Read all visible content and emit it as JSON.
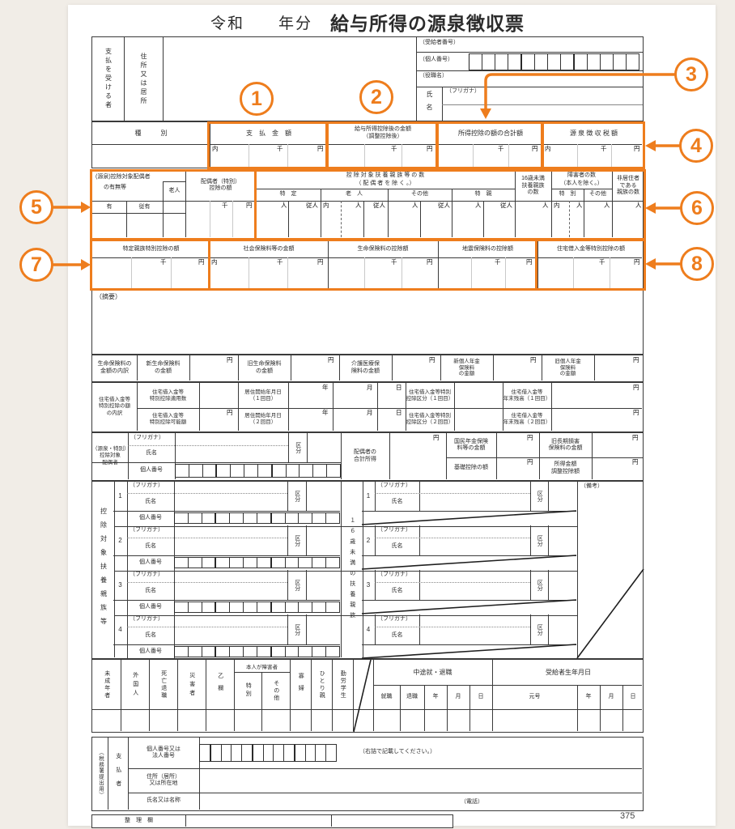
{
  "title": {
    "era": "令和　　年分",
    "main": "給与所得の源泉徴収票"
  },
  "page_number": "375",
  "callouts": {
    "c1": "1",
    "c2": "2",
    "c3": "3",
    "c4": "4",
    "c5": "5",
    "c6": "6",
    "c7": "7",
    "c8": "8"
  },
  "units": {
    "yen": "円",
    "sen": "千",
    "uchi": "内",
    "nin": "人",
    "junin": "従人",
    "nen": "年",
    "tsuki": "月",
    "hi": "日"
  },
  "top": {
    "payee": "支払を受ける者",
    "address": "住所又は居所",
    "recipient_no": "（受給者番号）",
    "kojin_no": "（個人番号）",
    "yakushoku": "（役職名）",
    "shimei": "氏名",
    "furigana": "（フリガナ）"
  },
  "amounts": {
    "shubetsu": "種　　　別",
    "shiharai": "支　払　金　額",
    "kojogo1": "給与所得控除後の金額",
    "kojogo2": "（調整控除後）",
    "goukei": "所得控除の額の合計額",
    "gensen": "源 泉 徴 収 税 額"
  },
  "spouse_row": {
    "umu1": "(源泉)控除対象配偶者",
    "umu2": "の有無等",
    "rojin": "老人",
    "ari": "有",
    "juari": "従有",
    "kojo1": "配偶者（特別）",
    "kojo2": "控除の額"
  },
  "dep_row": {
    "h1": "控 除 対 象 扶 養 親 族 等 の 数",
    "h2": "（ 配 偶 者 を 除 く 。）",
    "tokutei": "特　定",
    "rojin": "老　人",
    "sonota": "その他",
    "tokushin": "特　親",
    "u16a": "16歳未満",
    "u16b": "扶養親族",
    "u16c": "の数",
    "sh1": "障害者の数",
    "sh2": "（本人を除く。）",
    "tokubetsu": "特　別",
    "sonota2": "その他",
    "hk1": "非居住者",
    "hk2": "である",
    "hk3": "親族の数"
  },
  "ded_row": {
    "c1": "特定親族特別控除の額",
    "c2": "社会保険料等の金額",
    "c3": "生命保険料の控除額",
    "c4": "地震保険料の控除額",
    "c5": "住宅借入金等特別控除の額"
  },
  "tekiyo": "（摘要）",
  "ins": {
    "lead1": "生命保険料の",
    "lead2": "金額の内訳",
    "p1a": "新生命保険料",
    "p1b": "の金額",
    "p2a": "旧生命保険料",
    "p2b": "の金額",
    "p3a": "介護医療保",
    "p3b": "険料の金額",
    "p4a": "新個人年金",
    "p4b": "保険料",
    "p4c": "の金額",
    "p5a": "旧個人年金",
    "p5b": "保険料",
    "p5c": "の金額"
  },
  "housing": {
    "lead1": "住宅借入金等",
    "lead2": "特別控除の額",
    "lead3": "の内訳",
    "a1": "住宅借入金等",
    "a2": "特別控除適用数",
    "b1": "住宅借入金等",
    "b2": "特別控除可能額",
    "d1": "居住開始年月日",
    "d1no": "（１回目）",
    "d2no": "（２回目）",
    "k1": "住宅借入金等特別",
    "k1no": "控除区分（１回目）",
    "k2no": "控除区分（２回目）",
    "z1": "住宅借入金等",
    "z1no": "年末残高（１回目）",
    "z2no": "年末残高（２回目）"
  },
  "spd": {
    "lead1": "（源泉・特別）",
    "lead2": "控除対象",
    "lead3": "配偶者",
    "g1": "配偶者の",
    "g2": "合計所得",
    "k1": "国民年金保険",
    "k2": "料等の金額",
    "q1": "旧長期損害",
    "q2": "保険料の金額",
    "kiso": "基礎控除の額",
    "t1": "所得金額",
    "t2": "調整控除額"
  },
  "dep": {
    "lead": "控除対象扶養親族等",
    "lead16": "１６歳未満の扶養親族",
    "n1": "1",
    "n2": "2",
    "n3": "3",
    "n4": "4",
    "furigana": "（フリガナ）",
    "shimei": "氏名",
    "kojin": "個人番号",
    "kubun": "区分",
    "biko": "（備考）"
  },
  "flags": {
    "minor": "未成年者",
    "foreign": "外国人",
    "death": "死亡退職",
    "saigai": "災害者",
    "otsu": "乙欄",
    "honnin": "本人が障害者",
    "tokubetsu": "特別",
    "sonota": "その他",
    "kafu": "寡婦",
    "hitori": "ひとり親",
    "kinro": "勤労学生"
  },
  "emp": {
    "header": "中途就・退職",
    "shushoku": "就職",
    "taishoku": "退職",
    "birth": "受給者生年月日",
    "gengo": "元号"
  },
  "payer": {
    "lead": "（税務署提出用）",
    "who": "支払者",
    "no1": "個人番号又は",
    "no2": "法人番号",
    "note": "（右詰で記載してください。）",
    "addr1": "住所（居所）",
    "addr2": "又は所在地",
    "name": "氏名又は名称",
    "tel": "（電話）"
  },
  "seiri": "整　理　欄"
}
